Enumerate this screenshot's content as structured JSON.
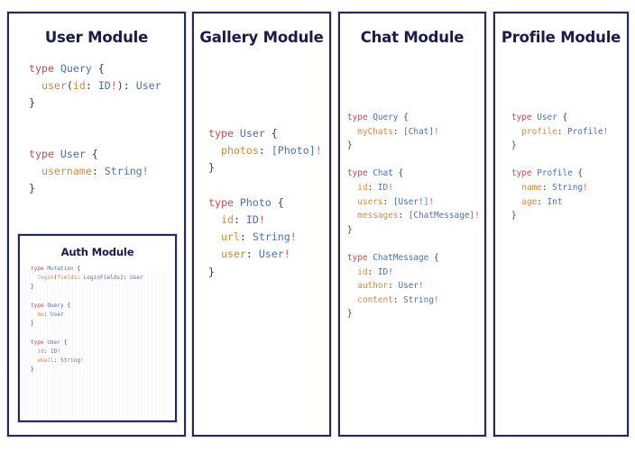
{
  "modules": [
    {
      "id": "user",
      "title": "User Module",
      "code": [
        [
          {
            "t": "type ",
            "c": "kw"
          },
          {
            "t": "Query",
            "c": "tn"
          },
          {
            "t": " {",
            "c": "pn"
          }
        ],
        [
          {
            "t": "  ",
            "c": "pn"
          },
          {
            "t": "user",
            "c": "fld"
          },
          {
            "t": "(",
            "c": "pn"
          },
          {
            "t": "id",
            "c": "fld"
          },
          {
            "t": ": ",
            "c": "pn"
          },
          {
            "t": "ID",
            "c": "ty"
          },
          {
            "t": "!",
            "c": "bang"
          },
          {
            "t": "): ",
            "c": "pn"
          },
          {
            "t": "User",
            "c": "ty"
          }
        ],
        [
          {
            "t": "}",
            "c": "pn"
          }
        ],
        [],
        [],
        [
          {
            "t": "type ",
            "c": "kw"
          },
          {
            "t": "User",
            "c": "tn"
          },
          {
            "t": " {",
            "c": "pn"
          }
        ],
        [
          {
            "t": "  ",
            "c": "pn"
          },
          {
            "t": "username",
            "c": "fld"
          },
          {
            "t": ": ",
            "c": "pn"
          },
          {
            "t": "String",
            "c": "ty"
          },
          {
            "t": "!",
            "c": "bang"
          }
        ],
        [
          {
            "t": "}",
            "c": "pn"
          }
        ]
      ],
      "nested": {
        "id": "auth",
        "title": "Auth Module",
        "code": [
          [
            {
              "t": "type ",
              "c": "kw"
            },
            {
              "t": "Mutation",
              "c": "tn"
            },
            {
              "t": " {",
              "c": "pn"
            }
          ],
          [
            {
              "t": "  ",
              "c": "pn"
            },
            {
              "t": "login",
              "c": "fld"
            },
            {
              "t": "(",
              "c": "pn"
            },
            {
              "t": "fields",
              "c": "fld"
            },
            {
              "t": ": ",
              "c": "pn"
            },
            {
              "t": "LoginFields",
              "c": "ty"
            },
            {
              "t": "): ",
              "c": "pn"
            },
            {
              "t": "User",
              "c": "ty"
            }
          ],
          [
            {
              "t": "}",
              "c": "pn"
            }
          ],
          [],
          [
            {
              "t": "type ",
              "c": "kw"
            },
            {
              "t": "Query",
              "c": "tn"
            },
            {
              "t": " {",
              "c": "pn"
            }
          ],
          [
            {
              "t": "  ",
              "c": "pn"
            },
            {
              "t": "me",
              "c": "fld"
            },
            {
              "t": ": ",
              "c": "pn"
            },
            {
              "t": "User",
              "c": "ty"
            }
          ],
          [
            {
              "t": "}",
              "c": "pn"
            }
          ],
          [],
          [
            {
              "t": "type ",
              "c": "kw"
            },
            {
              "t": "User",
              "c": "tn"
            },
            {
              "t": " {",
              "c": "pn"
            }
          ],
          [
            {
              "t": "  ",
              "c": "pn"
            },
            {
              "t": "id",
              "c": "fld"
            },
            {
              "t": ": ",
              "c": "pn"
            },
            {
              "t": "ID",
              "c": "ty"
            },
            {
              "t": "!",
              "c": "bang"
            }
          ],
          [
            {
              "t": "  ",
              "c": "pn"
            },
            {
              "t": "email",
              "c": "fld"
            },
            {
              "t": ": ",
              "c": "pn"
            },
            {
              "t": "String",
              "c": "ty"
            },
            {
              "t": "!",
              "c": "bang"
            }
          ],
          [
            {
              "t": "}",
              "c": "pn"
            }
          ]
        ]
      }
    },
    {
      "id": "gallery",
      "title": "Gallery Module",
      "code": [
        [
          {
            "t": "type ",
            "c": "kw"
          },
          {
            "t": "User",
            "c": "tn"
          },
          {
            "t": " {",
            "c": "pn"
          }
        ],
        [
          {
            "t": "  ",
            "c": "pn"
          },
          {
            "t": "photos",
            "c": "fld"
          },
          {
            "t": ": ",
            "c": "pn"
          },
          {
            "t": "[Photo]",
            "c": "ty"
          },
          {
            "t": "!",
            "c": "bang"
          }
        ],
        [
          {
            "t": "}",
            "c": "pn"
          }
        ],
        [],
        [
          {
            "t": "type ",
            "c": "kw"
          },
          {
            "t": "Photo",
            "c": "tn"
          },
          {
            "t": " {",
            "c": "pn"
          }
        ],
        [
          {
            "t": "  ",
            "c": "pn"
          },
          {
            "t": "id",
            "c": "fld"
          },
          {
            "t": ": ",
            "c": "pn"
          },
          {
            "t": "ID",
            "c": "ty"
          },
          {
            "t": "!",
            "c": "bang"
          }
        ],
        [
          {
            "t": "  ",
            "c": "pn"
          },
          {
            "t": "url",
            "c": "fld"
          },
          {
            "t": ": ",
            "c": "pn"
          },
          {
            "t": "String",
            "c": "ty"
          },
          {
            "t": "!",
            "c": "bang"
          }
        ],
        [
          {
            "t": "  ",
            "c": "pn"
          },
          {
            "t": "user",
            "c": "fld"
          },
          {
            "t": ": ",
            "c": "pn"
          },
          {
            "t": "User",
            "c": "ty"
          },
          {
            "t": "!",
            "c": "bang"
          }
        ],
        [
          {
            "t": "}",
            "c": "pn"
          }
        ]
      ],
      "nested": null
    },
    {
      "id": "chat",
      "title": "Chat Module",
      "code": [
        [
          {
            "t": "type ",
            "c": "kw"
          },
          {
            "t": "Query",
            "c": "tn"
          },
          {
            "t": " {",
            "c": "pn"
          }
        ],
        [
          {
            "t": "  ",
            "c": "pn"
          },
          {
            "t": "myChats",
            "c": "fld"
          },
          {
            "t": ": ",
            "c": "pn"
          },
          {
            "t": "[Chat]",
            "c": "ty"
          },
          {
            "t": "!",
            "c": "bang"
          }
        ],
        [
          {
            "t": "}",
            "c": "pn"
          }
        ],
        [],
        [
          {
            "t": "type ",
            "c": "kw"
          },
          {
            "t": "Chat",
            "c": "tn"
          },
          {
            "t": " {",
            "c": "pn"
          }
        ],
        [
          {
            "t": "  ",
            "c": "pn"
          },
          {
            "t": "id",
            "c": "fld"
          },
          {
            "t": ": ",
            "c": "pn"
          },
          {
            "t": "ID",
            "c": "ty"
          },
          {
            "t": "!",
            "c": "bang"
          }
        ],
        [
          {
            "t": "  ",
            "c": "pn"
          },
          {
            "t": "users",
            "c": "fld"
          },
          {
            "t": ": ",
            "c": "pn"
          },
          {
            "t": "[User!]",
            "c": "ty"
          },
          {
            "t": "!",
            "c": "bang"
          }
        ],
        [
          {
            "t": "  ",
            "c": "pn"
          },
          {
            "t": "messages",
            "c": "fld"
          },
          {
            "t": ": ",
            "c": "pn"
          },
          {
            "t": "[ChatMessage]",
            "c": "ty"
          },
          {
            "t": "!",
            "c": "bang"
          }
        ],
        [
          {
            "t": "}",
            "c": "pn"
          }
        ],
        [],
        [
          {
            "t": "type ",
            "c": "kw"
          },
          {
            "t": "ChatMessage",
            "c": "tn"
          },
          {
            "t": " {",
            "c": "pn"
          }
        ],
        [
          {
            "t": "  ",
            "c": "pn"
          },
          {
            "t": "id",
            "c": "fld"
          },
          {
            "t": ": ",
            "c": "pn"
          },
          {
            "t": "ID",
            "c": "ty"
          },
          {
            "t": "!",
            "c": "bang"
          }
        ],
        [
          {
            "t": "  ",
            "c": "pn"
          },
          {
            "t": "author",
            "c": "fld"
          },
          {
            "t": ": ",
            "c": "pn"
          },
          {
            "t": "User",
            "c": "ty"
          },
          {
            "t": "!",
            "c": "bang"
          }
        ],
        [
          {
            "t": "  ",
            "c": "pn"
          },
          {
            "t": "content",
            "c": "fld"
          },
          {
            "t": ": ",
            "c": "pn"
          },
          {
            "t": "String",
            "c": "ty"
          },
          {
            "t": "!",
            "c": "bang"
          }
        ],
        [
          {
            "t": "}",
            "c": "pn"
          }
        ]
      ],
      "nested": null
    },
    {
      "id": "profile",
      "title": "Profile Module",
      "code": [
        [
          {
            "t": "type ",
            "c": "kw"
          },
          {
            "t": "User",
            "c": "tn"
          },
          {
            "t": " {",
            "c": "pn"
          }
        ],
        [
          {
            "t": "  ",
            "c": "pn"
          },
          {
            "t": "profile",
            "c": "fld"
          },
          {
            "t": ": ",
            "c": "pn"
          },
          {
            "t": "Profile",
            "c": "ty"
          },
          {
            "t": "!",
            "c": "bang"
          }
        ],
        [
          {
            "t": "}",
            "c": "pn"
          }
        ],
        [],
        [
          {
            "t": "type ",
            "c": "kw"
          },
          {
            "t": "Profile",
            "c": "tn"
          },
          {
            "t": " {",
            "c": "pn"
          }
        ],
        [
          {
            "t": "  ",
            "c": "pn"
          },
          {
            "t": "name",
            "c": "fld"
          },
          {
            "t": ": ",
            "c": "pn"
          },
          {
            "t": "String",
            "c": "ty"
          },
          {
            "t": "!",
            "c": "bang"
          }
        ],
        [
          {
            "t": "  ",
            "c": "pn"
          },
          {
            "t": "age",
            "c": "fld"
          },
          {
            "t": ": ",
            "c": "pn"
          },
          {
            "t": "Int",
            "c": "ty"
          }
        ],
        [
          {
            "t": "}",
            "c": "pn"
          }
        ]
      ],
      "nested": null
    }
  ],
  "colors": {
    "border": "#252a5e",
    "title": "#1b1b4b",
    "keyword": "#c64a52",
    "type_name": "#4f6fae",
    "field": "#d4893f",
    "type_ref": "#4f6fae",
    "non_null": "#e1574c",
    "punctuation": "#3d3d3d",
    "background": "#ffffff"
  }
}
